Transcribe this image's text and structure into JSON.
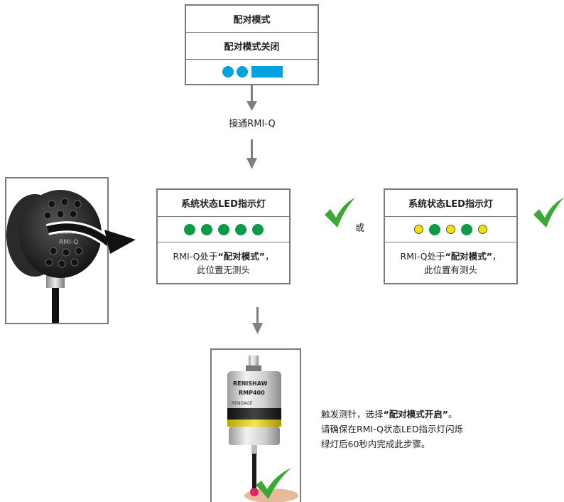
{
  "colors": {
    "mode_blue": "#00a3e0",
    "led_green": "#0b9a47",
    "led_yellow": "#f2e200",
    "check_green": "#3aa935",
    "arrow_gray": "#7f7f7f",
    "border_gray": "#7a7a7a"
  },
  "top_box": {
    "title": "配对模式",
    "state": "配对模式关闭",
    "indicator": "blue-flash-pattern"
  },
  "step_label": "接通RMI-Q",
  "left_panel": {
    "title": "系统状态LED指示灯",
    "leds": [
      "green",
      "green",
      "green",
      "green",
      "green"
    ],
    "desc_prefix": "RMI-Q处于",
    "desc_bold": "“配对模式”",
    "desc_suffix": "，",
    "desc_line2": "此位置无测头"
  },
  "or_label": "或",
  "right_panel": {
    "title": "系统状态LED指示灯",
    "leds": [
      "yellow",
      "green",
      "yellow",
      "green",
      "yellow"
    ],
    "desc_prefix": "RMI-Q处于",
    "desc_bold": "“配对模式”",
    "desc_suffix": "，",
    "desc_line2": "此位置有测头"
  },
  "rmi_photo": {
    "logo_text": "RENISHAW",
    "model_text": "RMI-Q"
  },
  "probe_photo": {
    "brand": "RENISHAW",
    "model": "RMP400",
    "tagline": "RENGAGE"
  },
  "instruction": {
    "line1_prefix": "触发测针，选择",
    "line1_bold": "“配对模式开启”",
    "line1_suffix": "。",
    "line2": "请确保在RMI-Q状态LED指示灯闪烁",
    "line3": "绿灯后60秒内完成此步骤。"
  }
}
